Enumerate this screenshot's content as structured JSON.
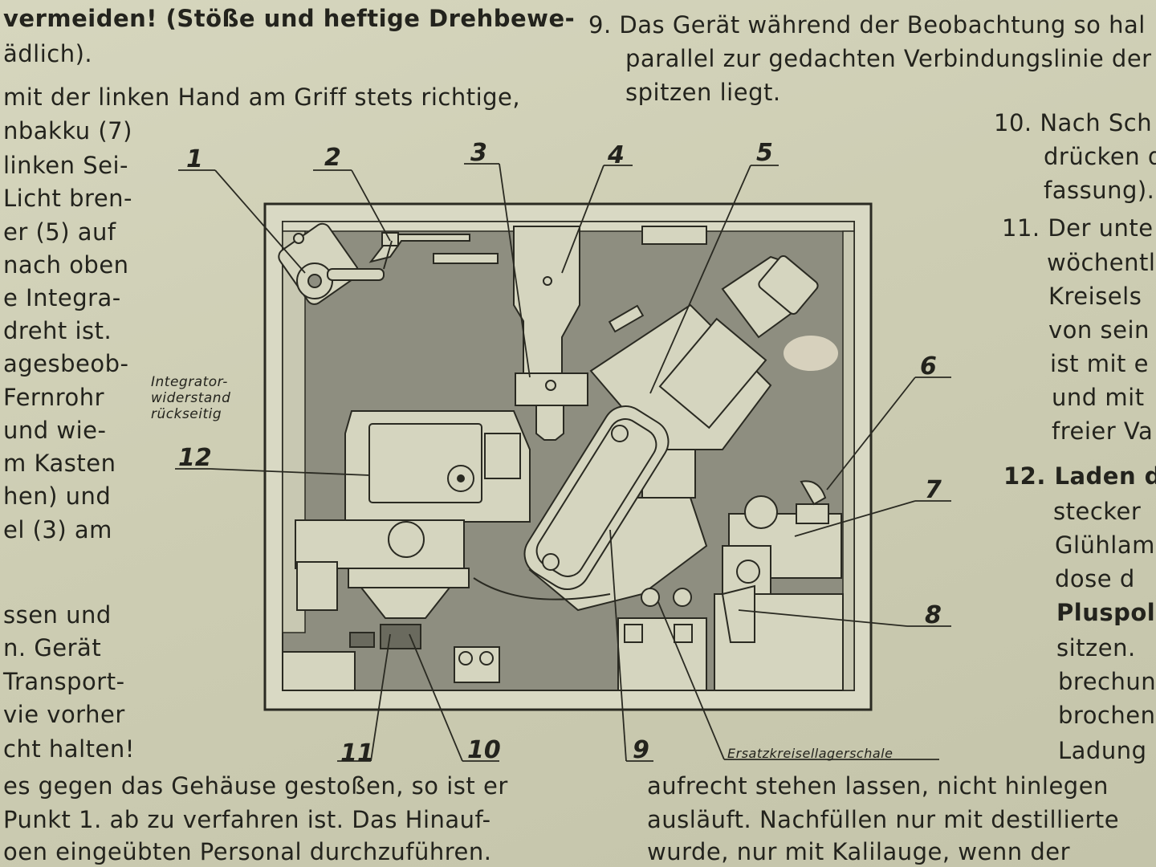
{
  "left_column": [
    "vermeiden! (Stöße und heftige Drehbewe-",
    "ädlich).",
    "mit der linken Hand am Griff stets richtige,",
    "nbakku (7)",
    "linken Sei-",
    "Licht bren-",
    "er (5) auf",
    "nach oben",
    "e Integra-",
    "dreht ist.",
    "agesbeob-",
    "Fernrohr",
    "und wie-",
    "m Kasten",
    "hen) und",
    "el (3) am",
    "ssen und",
    "n. Gerät",
    "Transport-",
    "vie vorher",
    "cht halten!"
  ],
  "right_column_top": [
    "9. Das Gerät während der Beobachtung so hal",
    "parallel zur gedachten Verbindungslinie der",
    "spitzen liegt."
  ],
  "right_column": [
    "10. Nach Sch",
    "drücken d",
    "fassung).",
    "11. Der unte",
    "wöchentli",
    "Kreisels",
    "von sein",
    "ist mit e",
    "und mit",
    "freier Va",
    "12. Laden d",
    "stecker",
    "Glühlam",
    "dose d",
    "Pluspol",
    "sitzen.",
    "brechun",
    "brochene",
    "Ladung"
  ],
  "bottom_left": [
    "es gegen das Gehäuse gestoßen, so ist er",
    "Punkt 1. ab zu verfahren ist. Das Hinauf-",
    "oen eingeübten Personal durchzuführen."
  ],
  "bottom_right": [
    "aufrecht stehen lassen, nicht hinlegen",
    "ausläuft. Nachfüllen nur mit destillierte",
    "wurde, nur mit Kalilauge, wenn der"
  ],
  "figure": {
    "callouts": [
      "1",
      "2",
      "3",
      "4",
      "5",
      "6",
      "7",
      "8",
      "9",
      "10",
      "11",
      "12"
    ],
    "integrator_caption": [
      "Integrator-",
      "widerstand",
      "rückseitig"
    ],
    "spare_caption": "Ersatzkreisellagerschale"
  }
}
